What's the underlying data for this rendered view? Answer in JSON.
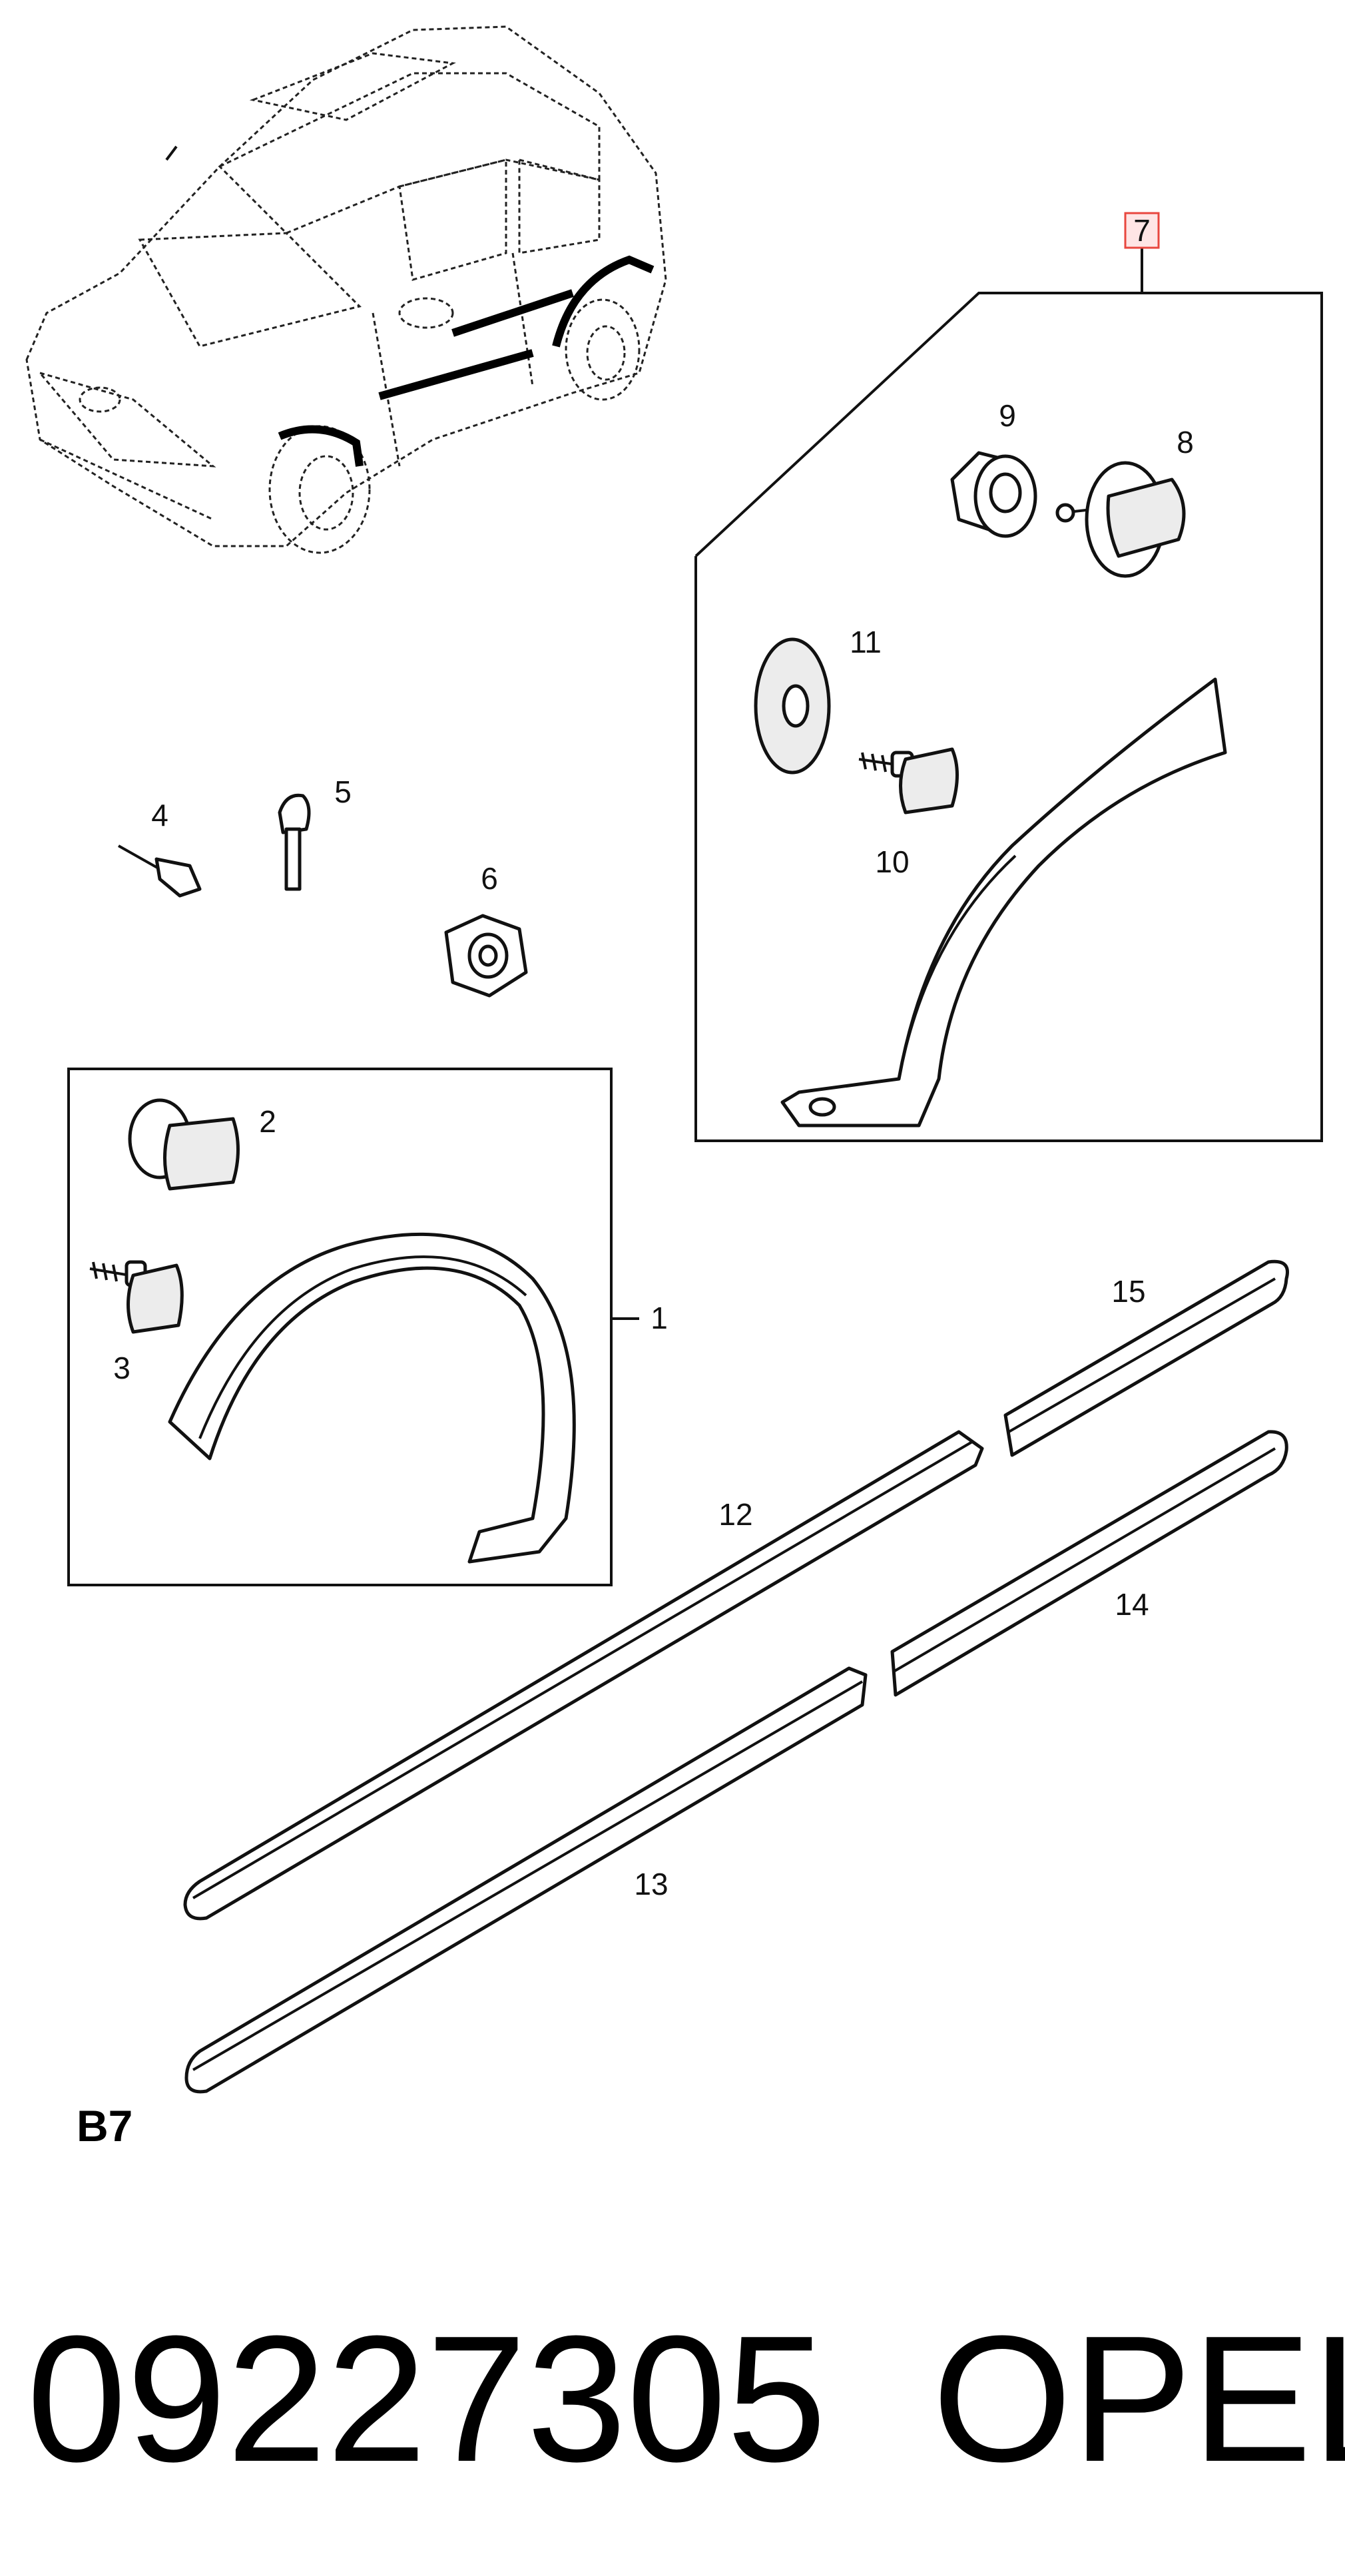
{
  "diagram": {
    "callouts": {
      "c1": "1",
      "c2": "2",
      "c3": "3",
      "c4": "4",
      "c5": "5",
      "c6": "6",
      "c7": "7",
      "c8": "8",
      "c9": "9",
      "c10": "10",
      "c11": "11",
      "c12": "12",
      "c13": "13",
      "c14": "14",
      "c15": "15"
    },
    "section_code": "B7",
    "highlight_color": "#e8473f"
  },
  "footer": {
    "part_number": "09227305",
    "brand": "OPEL"
  }
}
